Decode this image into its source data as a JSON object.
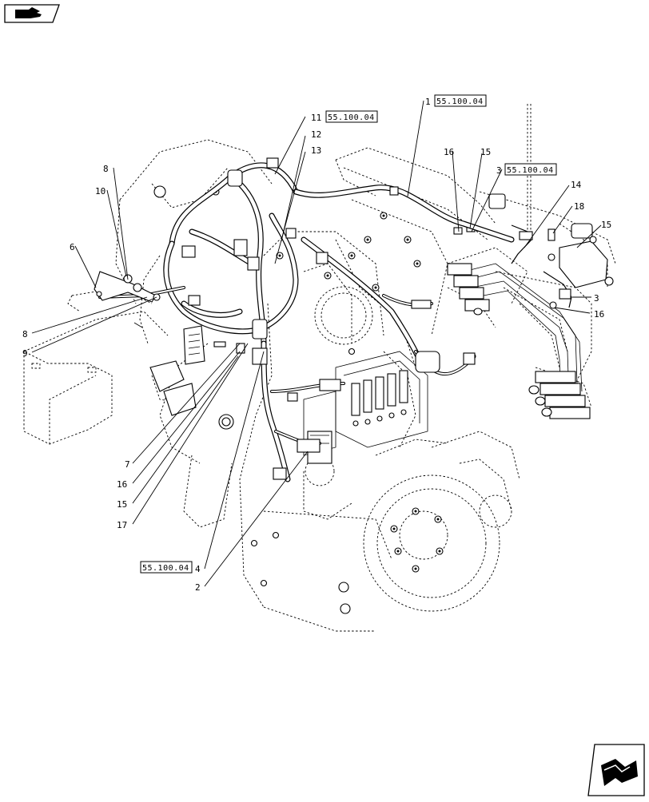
{
  "nav": {
    "prev_icon": "hand-pointer-icon",
    "next_icon": "page-turn-arrow-icon"
  },
  "callouts": [
    {
      "id": "c1",
      "label": "1"
    },
    {
      "id": "c2",
      "label": "2"
    },
    {
      "id": "c3a",
      "label": "3"
    },
    {
      "id": "c3b",
      "label": "3"
    },
    {
      "id": "c4",
      "label": "4"
    },
    {
      "id": "c6",
      "label": "6"
    },
    {
      "id": "c7",
      "label": "7"
    },
    {
      "id": "c8a",
      "label": "8"
    },
    {
      "id": "c8b",
      "label": "8"
    },
    {
      "id": "c9",
      "label": "9"
    },
    {
      "id": "c10",
      "label": "10"
    },
    {
      "id": "c11",
      "label": "11"
    },
    {
      "id": "c12",
      "label": "12"
    },
    {
      "id": "c13",
      "label": "13"
    },
    {
      "id": "c14",
      "label": "14"
    },
    {
      "id": "c15a",
      "label": "15"
    },
    {
      "id": "c15b",
      "label": "15"
    },
    {
      "id": "c15c",
      "label": "15"
    },
    {
      "id": "c16a",
      "label": "16"
    },
    {
      "id": "c16b",
      "label": "16"
    },
    {
      "id": "c16c",
      "label": "16"
    },
    {
      "id": "c17",
      "label": "17"
    },
    {
      "id": "c18",
      "label": "18"
    }
  ],
  "references": [
    {
      "id": "r1",
      "label": "55.100.04"
    },
    {
      "id": "r2",
      "label": "55.100.04"
    },
    {
      "id": "r3",
      "label": "55.100.04"
    },
    {
      "id": "r4",
      "label": "55.100.04"
    }
  ]
}
